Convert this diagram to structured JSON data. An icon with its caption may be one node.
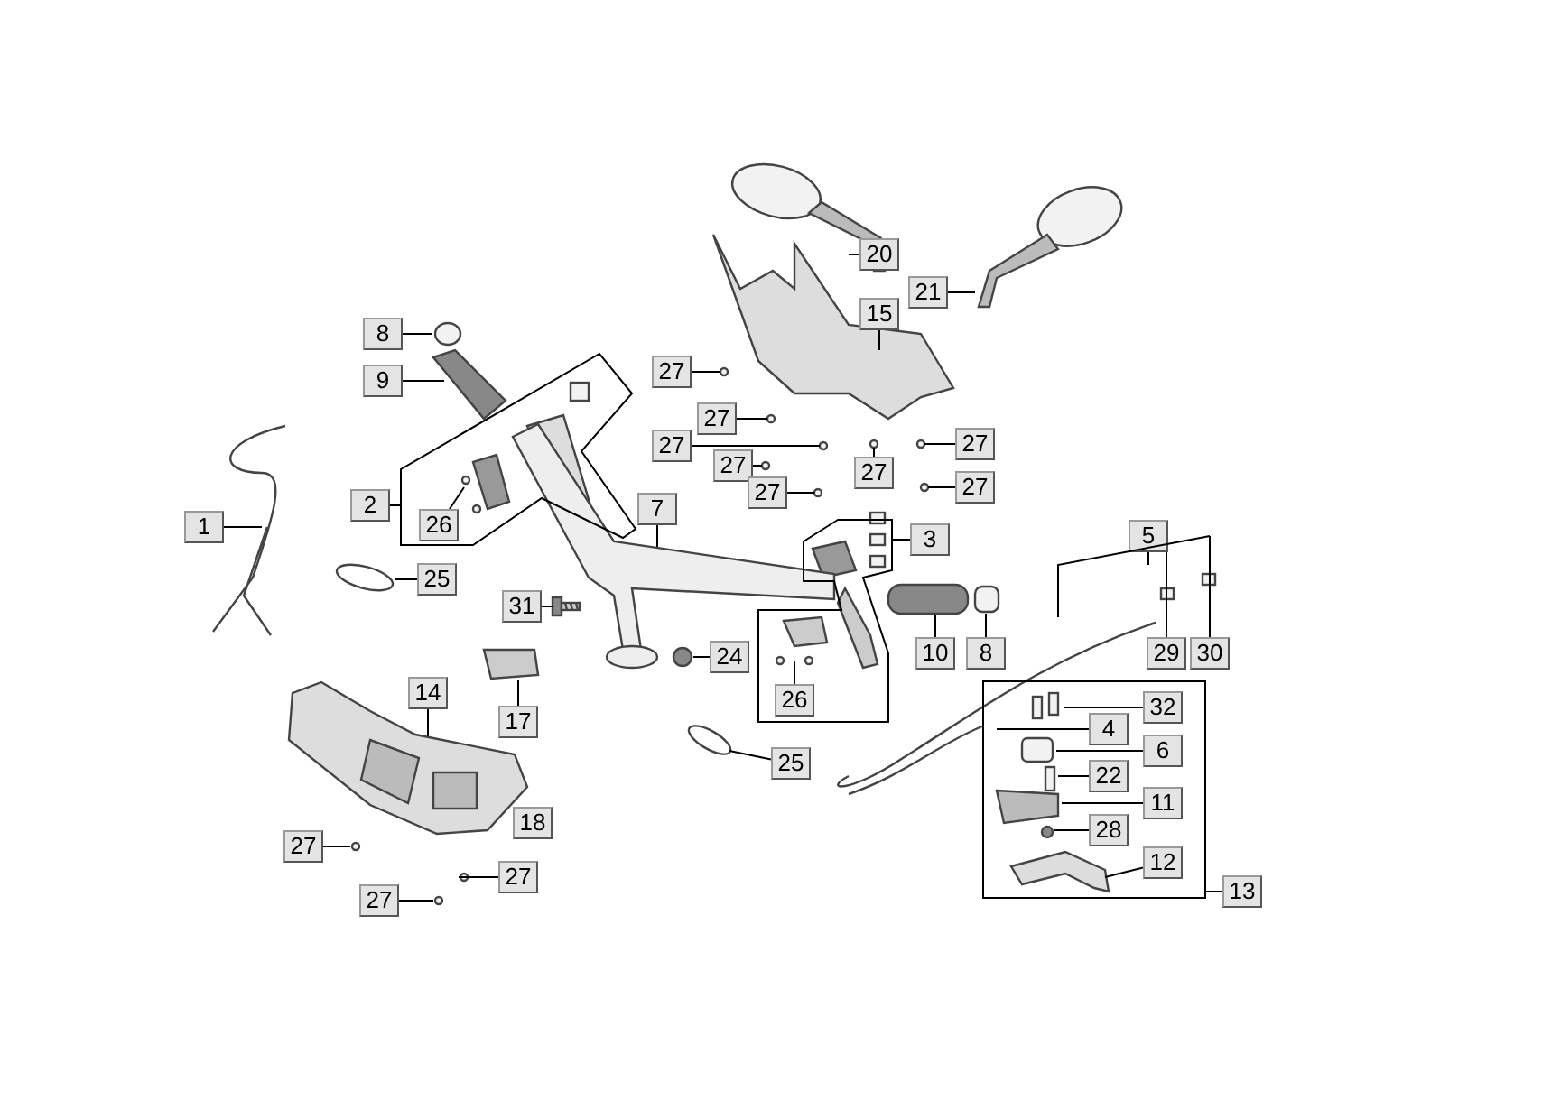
{
  "diagram": {
    "nodes": [
      {
        "text": [
          "20"
        ]
      },
      {
        "text": [
          "21"
        ]
      },
      {
        "text": [
          "15"
        ]
      },
      {
        "text": [
          "8"
        ]
      },
      {
        "text": [
          "9"
        ]
      },
      {
        "text": [
          "27"
        ]
      },
      {
        "text": [
          "27"
        ]
      },
      {
        "text": [
          "27"
        ]
      },
      {
        "text": [
          "27"
        ]
      },
      {
        "text": [
          "27"
        ]
      },
      {
        "text": [
          "27"
        ]
      },
      {
        "text": [
          "27"
        ]
      },
      {
        "text": [
          "27"
        ]
      },
      {
        "text": [
          "2"
        ]
      },
      {
        "text": [],
        "shape": "bracket"
      },
      {
        "text": [
          "26"
        ],
        "in": 14
      },
      {
        "text": [
          "1"
        ]
      },
      {
        "text": [
          "3"
        ]
      },
      {
        "text": [],
        "shape": "bracket"
      },
      {
        "text": [
          "5"
        ]
      },
      {
        "text": [],
        "shape": "bracket"
      },
      {
        "text": [
          "7"
        ]
      },
      {
        "text": [],
        "shape": "picture"
      },
      {
        "text": [
          "25"
        ]
      },
      {
        "text": [
          "31"
        ]
      },
      {
        "text": [],
        "shape": "picture"
      },
      {
        "text": [
          "10"
        ]
      },
      {
        "text": [
          "8"
        ]
      },
      {
        "text": [
          "29"
        ]
      },
      {
        "text": [
          "30"
        ]
      },
      {
        "text": [
          "24"
        ]
      },
      {
        "text": [
          "26"
        ],
        "in": 18
      },
      {
        "text": [
          "14"
        ]
      },
      {
        "text": [],
        "shape": "picture"
      },
      {
        "text": [
          "17"
        ]
      },
      {
        "text": [],
        "shape": "box"
      },
      {
        "text": [
          "32"
        ],
        "in": 35
      },
      {
        "text": [
          "4"
        ],
        "in": 35
      },
      {
        "text": [
          "6"
        ],
        "in": 35
      },
      {
        "text": [
          "25"
        ]
      },
      {
        "text": [
          "22"
        ],
        "in": 35
      },
      {
        "text": [
          "11"
        ],
        "in": 35
      },
      {
        "text": [
          "28"
        ],
        "in": 35
      },
      {
        "text": [
          "12"
        ],
        "in": 35
      },
      {
        "text": [
          "13"
        ]
      },
      {
        "text": [
          "18"
        ]
      },
      {
        "text": [
          "27"
        ]
      },
      {
        "text": [
          "27"
        ]
      },
      {
        "text": [
          "27"
        ]
      }
    ],
    "edges": [
      {
        "from": 0,
        "to": null,
        "arrow": "none"
      },
      {
        "from": 1,
        "to": null,
        "arrow": "none"
      },
      {
        "from": 2,
        "to": null,
        "arrow": "none"
      },
      {
        "from": 3,
        "to": null,
        "arrow": "none"
      },
      {
        "from": 4,
        "to": null,
        "arrow": "none"
      },
      {
        "from": 5,
        "to": null,
        "arrow": "none"
      },
      {
        "from": 6,
        "to": null,
        "arrow": "none"
      },
      {
        "from": 7,
        "to": null,
        "arrow": "none"
      },
      {
        "from": 8,
        "to": null,
        "arrow": "none"
      },
      {
        "from": 9,
        "to": null,
        "arrow": "none"
      },
      {
        "from": 10,
        "to": null,
        "arrow": "none"
      },
      {
        "from": 11,
        "to": null,
        "arrow": "none"
      },
      {
        "from": 12,
        "to": null,
        "arrow": "none"
      },
      {
        "from": 13,
        "to": 14,
        "arrow": "none"
      },
      {
        "from": 15,
        "to": null,
        "arrow": "none"
      },
      {
        "from": 16,
        "to": null,
        "arrow": "none"
      },
      {
        "from": 17,
        "to": 18,
        "arrow": "none"
      },
      {
        "from": 19,
        "to": 20,
        "arrow": "none"
      },
      {
        "from": 21,
        "to": 22,
        "arrow": "none"
      },
      {
        "from": 23,
        "to": null,
        "arrow": "none"
      },
      {
        "from": 24,
        "to": 25,
        "arrow": "none"
      },
      {
        "from": 26,
        "to": null,
        "arrow": "none"
      },
      {
        "from": 27,
        "to": null,
        "arrow": "none"
      },
      {
        "from": 28,
        "to": 20,
        "arrow": "none"
      },
      {
        "from": 29,
        "to": 20,
        "arrow": "none"
      },
      {
        "from": 30,
        "to": null,
        "arrow": "none"
      },
      {
        "from": 31,
        "to": null,
        "arrow": "none"
      },
      {
        "from": 32,
        "to": 33,
        "arrow": "none"
      },
      {
        "from": 34,
        "to": null,
        "arrow": "none"
      },
      {
        "from": 36,
        "to": null,
        "arrow": "none"
      },
      {
        "from": 37,
        "to": null,
        "arrow": "none"
      },
      {
        "from": 38,
        "to": null,
        "arrow": "none"
      },
      {
        "from": 39,
        "to": null,
        "arrow": "none"
      },
      {
        "from": 40,
        "to": null,
        "arrow": "none"
      },
      {
        "from": 41,
        "to": null,
        "arrow": "none"
      },
      {
        "from": 42,
        "to": null,
        "arrow": "none"
      },
      {
        "from": 43,
        "to": null,
        "arrow": "none"
      },
      {
        "from": 44,
        "to": 35,
        "arrow": "none"
      },
      {
        "from": 46,
        "to": null,
        "arrow": "none"
      },
      {
        "from": 47,
        "to": null,
        "arrow": "none"
      },
      {
        "from": 48,
        "to": null,
        "arrow": "none"
      }
    ]
  }
}
